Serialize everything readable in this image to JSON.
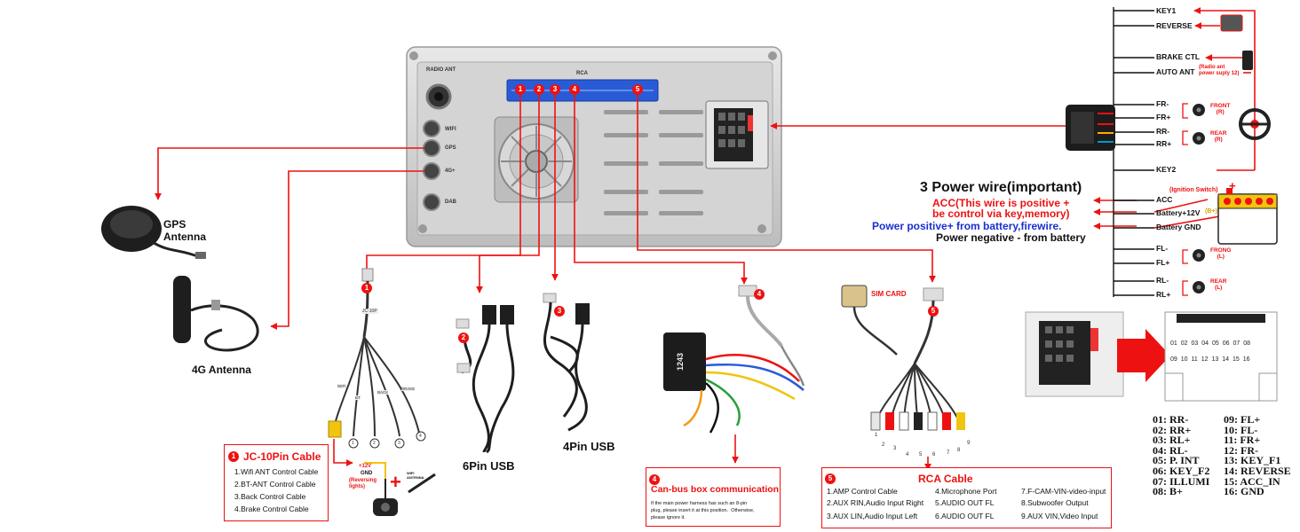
{
  "antennas": {
    "gps": "GPS\nAntenna",
    "g4": "4G Antenna"
  },
  "unit_labels": {
    "radio_ant": "RADIO ANT",
    "rca": "RCA",
    "wifi": "WIFI",
    "gps": "GPS",
    "g4": "4G+",
    "dab": "DAB",
    "port_nums": [
      "1",
      "2",
      "3",
      "4",
      "5"
    ]
  },
  "cables": {
    "usb6": "6Pin USB",
    "usb4": "4Pin USB",
    "jc_tag": "JC-10P",
    "sim": "SIM CARD",
    "canbus_tag": "1243",
    "jc_nums": [
      "1",
      "2",
      "3",
      "4"
    ],
    "jc_tags": [
      "WIFI",
      "BT",
      "BACK",
      "BRAKE"
    ],
    "rca_nums": [
      "1",
      "2",
      "3",
      "4",
      "5",
      "6",
      "7",
      "8",
      "9"
    ]
  },
  "power": {
    "title": "3 Power wire(important)",
    "acc_note": "ACC(This wire is positive +\nbe control via key,memory)",
    "battery_note": "Power positive+ from battery,firewire.",
    "gnd_note": "Power negative - from battery",
    "ignition": "(Ignition Switch)",
    "bplus": "(B+)"
  },
  "wires": {
    "key1": "KEY1",
    "reverse": "REVERSE",
    "brake": "BRAKE CTL",
    "autoant": "AUTO ANT",
    "autoant_note": "(Radio ant\npower suply 12)",
    "frm": "FR-",
    "frp": "FR+",
    "rrm": "RR-",
    "rrp": "RR+",
    "front_r": "FRONT\n(R)",
    "rear_r": "REAR\n(R)",
    "key2": "KEY2",
    "acc": "ACC",
    "battery": "Battery+12V",
    "batgnd": "Battery GND",
    "flm": "FL-",
    "flp": "FL+",
    "rlm": "RL-",
    "rlp": "RL+",
    "front_l": "FRONG\n(L)",
    "rear_l": "REAR\n(L)"
  },
  "connector_pins": {
    "row1": [
      "01",
      "02",
      "03",
      "04",
      "05",
      "06",
      "07",
      "08"
    ],
    "row2": [
      "09",
      "10",
      "11",
      "12",
      "13",
      "14",
      "15",
      "16"
    ]
  },
  "pinout": {
    "left": [
      "01:  RR-",
      "02:  RR+",
      "03:  RL+",
      "04:  RL-",
      "05:  P. INT",
      "06:  KEY_F2",
      "07:  ILLUMI",
      "08:  B+"
    ],
    "right": [
      "09:  FL+",
      "10:  FL-",
      "11:  FR+",
      "12:  FR-",
      "13:  KEY_F1",
      "14:  REVERSE",
      "15:  ACC_IN",
      "16:  GND"
    ]
  },
  "jc_box": {
    "num": "1",
    "title": "JC-10Pin Cable",
    "items": [
      "1.Wifi ANT Control Cable",
      "2.BT-ANT Control Cable",
      "3.Back Control Cable",
      "4.Brake Control Cable"
    ]
  },
  "reverse": {
    "plus12v": "+12V",
    "gnd": "GND",
    "note": "(Reversing\nlights)",
    "wifi_ant": "WIFI\nANTENNA"
  },
  "canbus_box": {
    "num": "4",
    "title": "Can-bus box communication",
    "text": "If the main power harness has such an 8-pin\nplug, please insert it at this position.  Otherwise,\nplease ignore it."
  },
  "rca_box": {
    "num": "5",
    "title": "RCA Cable",
    "col1": [
      "1.AMP Control Cable",
      "2.AUX RIN,Audio Input Right",
      "3.AUX LIN,Audio Input Left"
    ],
    "col2": [
      "4.Microphone Port",
      "5.AUDIO OUT FL",
      "6.AUDIO OUT FL"
    ],
    "col3": [
      "7.F-CAM-VIN-video-input",
      "8.Subwoofer Output",
      "9.AUX VIN,Video Input"
    ]
  }
}
